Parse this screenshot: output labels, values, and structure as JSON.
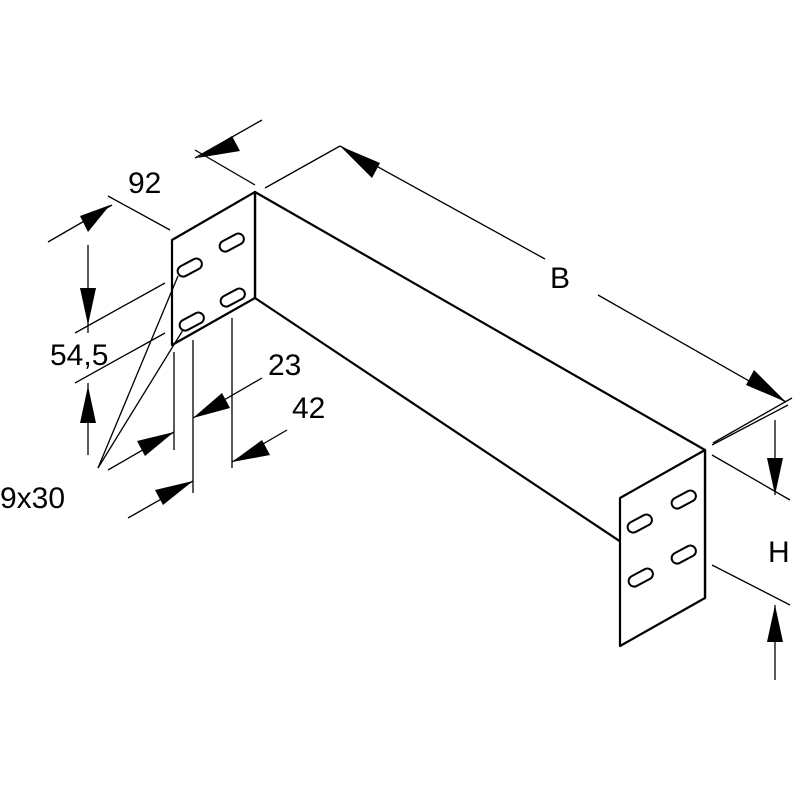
{
  "labels": {
    "width_92": "92",
    "length_b": "B",
    "height_54_5": "54,5",
    "offset_23": "23",
    "offset_42": "42",
    "slot_size": "9x30",
    "height_h": "H"
  },
  "colors": {
    "line": "#000000",
    "background": "#ffffff"
  }
}
